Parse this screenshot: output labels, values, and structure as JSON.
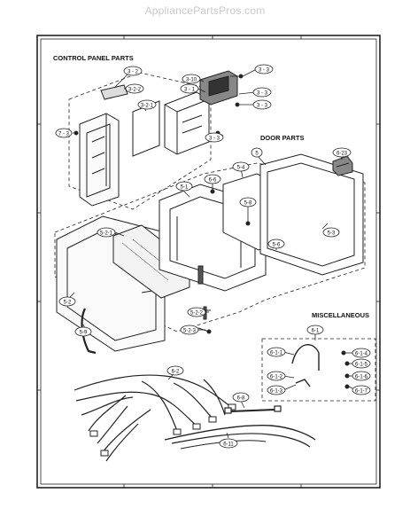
{
  "watermark": "AppliancePartsPros.com",
  "sections": {
    "control_panel": "CONTROL PANEL PARTS",
    "door": "DOOR PARTS",
    "misc": "MISCELLANEOUS"
  },
  "callouts": {
    "c3_2": "3 - 2",
    "c3_2_2": "3-2-2",
    "c3_2_1": "3-2-1",
    "c3_3a": "3 - 3",
    "c3_10": "3-10",
    "c3_1": "3 - 1",
    "c3_3b": "3 - 3",
    "c3_3c": "3 - 3",
    "c3_3d": "3 - 3",
    "c7_3": "7 - 3",
    "c5": "5",
    "c6_23": "6-23",
    "c5_4": "5-4",
    "c5_1": "5-1",
    "c6_6": "6-6",
    "c5_8": "5-8",
    "c5_2_1": "5-2-1",
    "c5_3": "5-3",
    "c5_6": "5-6",
    "c5_2": "5-2",
    "c5_2_2": "5-2-2",
    "c5_2_3": "5-2-3",
    "c5_9": "5-9",
    "c6_1": "6-1",
    "c6_1_1": "6-1-1",
    "c6_1_4": "6-1-4",
    "c6_1_5": "6-1-5",
    "c6_1_2": "6-1-2",
    "c6_1_6": "6-1-6",
    "c6_1_3": "6-1-3",
    "c6_1_7": "6-1-7",
    "c6_2": "6-2",
    "c6_8": "6-8",
    "c6_11": "6-11"
  }
}
